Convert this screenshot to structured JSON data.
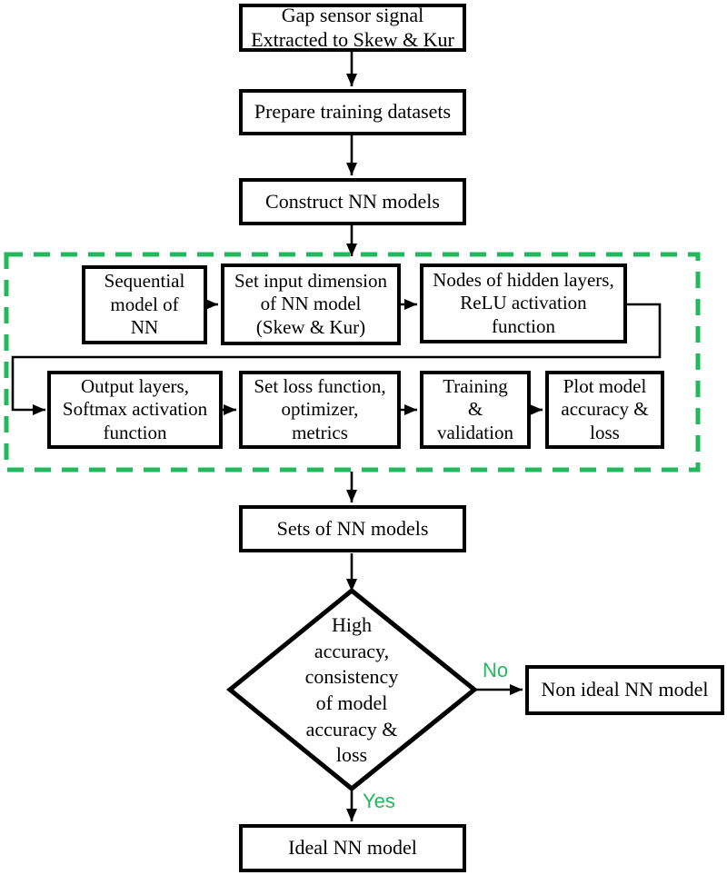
{
  "colors": {
    "line": "#000000",
    "green": "#22b85c",
    "background": "#ffffff"
  },
  "nodes": {
    "gap_sensor": {
      "label": "Gap sensor signal\nExtracted to Skew & Kur"
    },
    "prepare": {
      "label": "Prepare training datasets"
    },
    "construct": {
      "label": "Construct NN models"
    },
    "sequential": {
      "label": "Sequential\nmodel of\nNN"
    },
    "set_input": {
      "label": "Set input dimension\nof NN model\n(Skew & Kur)"
    },
    "nodes_hidden": {
      "label": "Nodes of hidden layers,\nReLU activation\nfunction"
    },
    "output_layers": {
      "label": "Output layers,\nSoftmax activation\nfunction"
    },
    "set_loss": {
      "label": "Set loss function,\noptimizer,\nmetrics"
    },
    "training": {
      "label": "Training\n&\nvalidation"
    },
    "plot_model": {
      "label": "Plot model\naccuracy &\nloss"
    },
    "sets_nn": {
      "label": "Sets of NN models"
    },
    "decision": {
      "label": "High\naccuracy,\nconsistency\nof model\naccuracy &\nloss"
    },
    "non_ideal": {
      "label": "Non ideal NN model"
    },
    "ideal": {
      "label": "Ideal NN model"
    }
  },
  "edge_labels": {
    "no": "No",
    "yes": "Yes"
  }
}
